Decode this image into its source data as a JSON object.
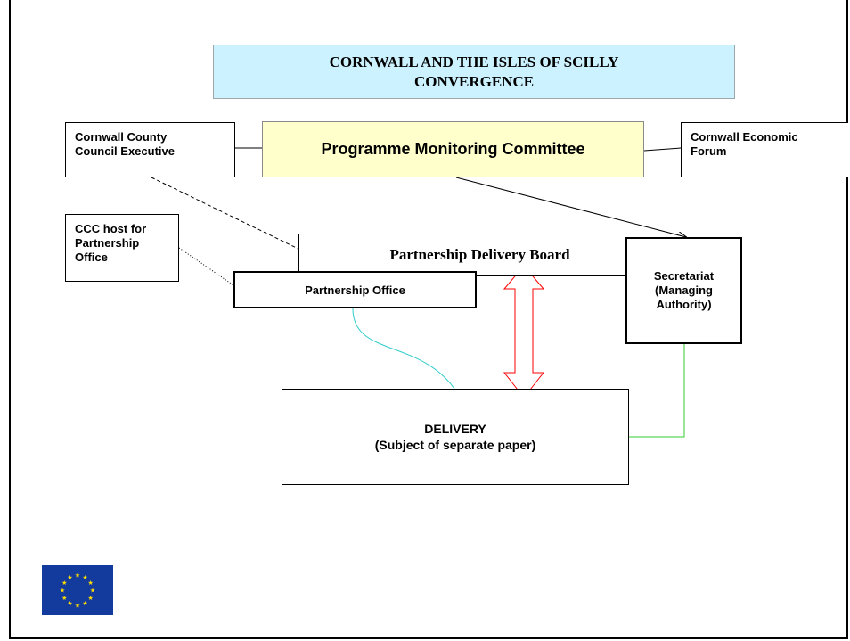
{
  "title": {
    "line1": "CORNWALL AND THE ISLES OF SCILLY",
    "line2": "CONVERGENCE"
  },
  "pmc": {
    "label": "Programme Monitoring Committee"
  },
  "ccc_executive": {
    "line1": "Cornwall County",
    "line2": "Council Executive"
  },
  "economic_forum": {
    "line1": "Cornwall Economic",
    "line2": "Forum"
  },
  "ccc_host": {
    "line1": "CCC host for",
    "line2": "Partnership",
    "line3": "Office"
  },
  "delivery_board": {
    "label": "Partnership Delivery Board"
  },
  "partnership_office": {
    "label": "Partnership Office"
  },
  "secretariat": {
    "line1": "Secretariat",
    "line2": "(Managing",
    "line3": "Authority)"
  },
  "delivery": {
    "line1": "DELIVERY",
    "line2": "(Subject of separate paper)"
  },
  "colors": {
    "title_fill": "#ccf2ff",
    "pmc_fill": "#ffffcc",
    "arrow_red": "#ff0000",
    "curve_cyan": "#33cccc",
    "line_green": "#33cc33",
    "eu_blue": "#133a9d",
    "eu_star": "#ffdd00"
  },
  "logo": {
    "name": "eu-flag"
  }
}
